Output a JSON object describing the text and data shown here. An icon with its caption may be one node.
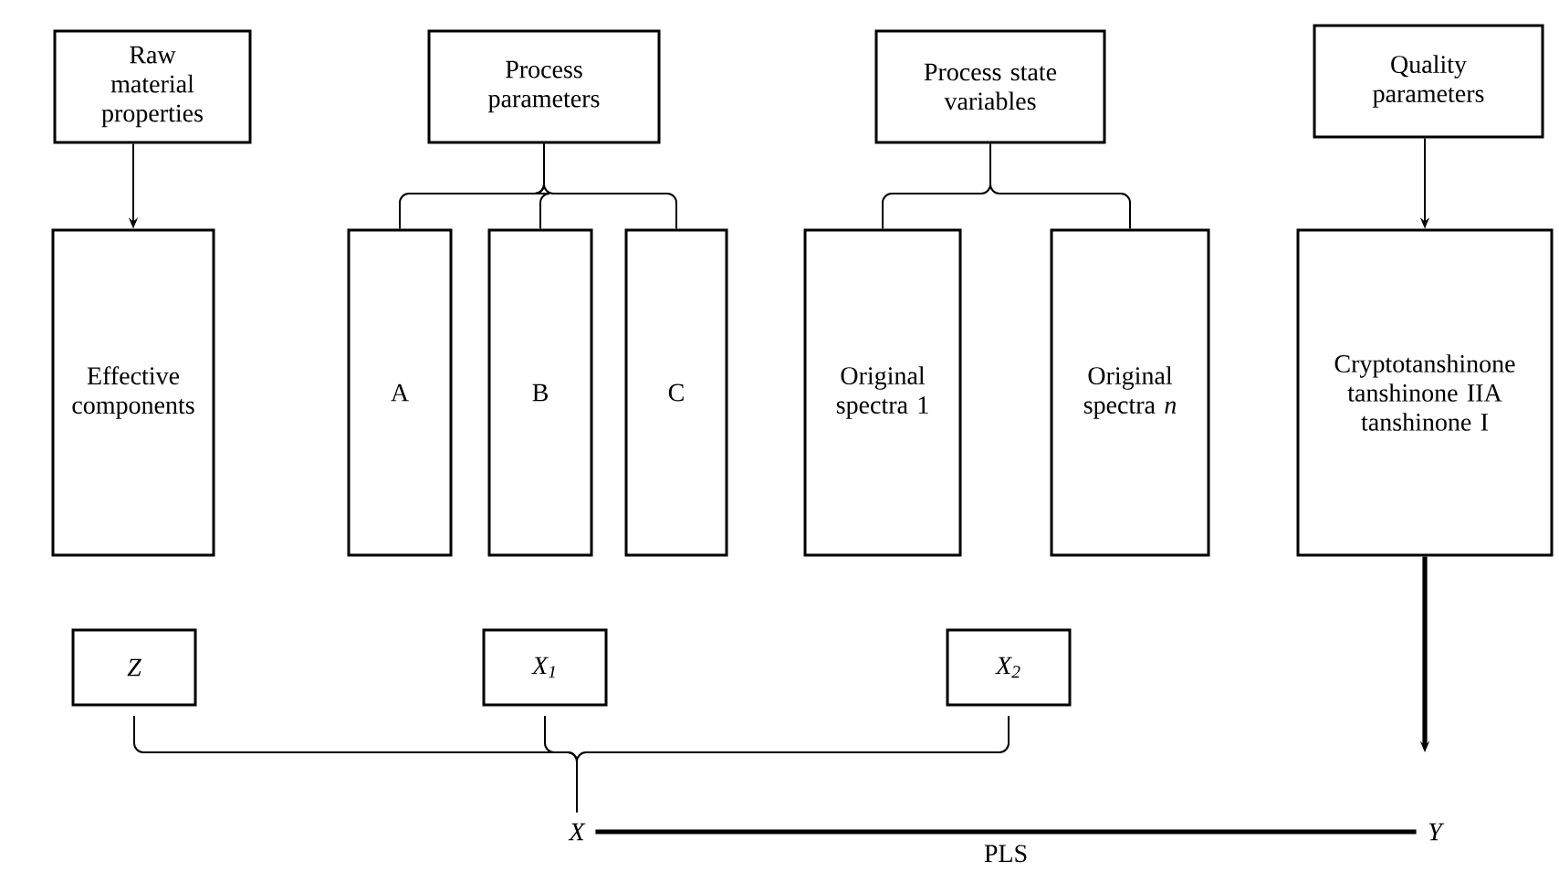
{
  "diagram": {
    "nodes": [
      {
        "text": [
          "Raw material properties"
        ]
      },
      {
        "text": [
          "Process parameters"
        ]
      },
      {
        "text": [
          "Process state variables"
        ]
      },
      {
        "text": [
          "Quality parameters"
        ]
      },
      {
        "text": [
          "Effective components"
        ]
      },
      {
        "text": [
          "A"
        ]
      },
      {
        "text": [
          "B"
        ]
      },
      {
        "text": [
          "C"
        ]
      },
      {
        "text": [
          "Original spectra 1"
        ]
      },
      {
        "text": [
          "Original spectra *n*"
        ]
      },
      {
        "text": [
          "Cryptotanshinone tanshinone IIA tanshinone I"
        ]
      },
      {
        "text": [
          "Z"
        ]
      },
      {
        "text": [
          "X$_{1}$"
        ]
      },
      {
        "text": [
          "X$_{2}$"
        ]
      },
      {
        "text": [
          "X"
        ]
      },
      {
        "text": [
          "Y"
        ]
      }
    ],
    "edges": [
      {
        "from": 0,
        "to": 4,
        "arrow": "to"
      },
      {
        "from": 1,
        "to": 5,
        "arrow": "none"
      },
      {
        "from": 1,
        "to": 6,
        "arrow": "none"
      },
      {
        "from": 1,
        "to": 7,
        "arrow": "none"
      },
      {
        "from": 2,
        "to": 8,
        "arrow": "none"
      },
      {
        "from": 2,
        "to": 9,
        "arrow": "none"
      },
      {
        "from": 3,
        "to": 10,
        "arrow": "to"
      },
      {
        "from": 10,
        "to": 15,
        "arrow": "to",
        "style": "thick"
      },
      {
        "from": 11,
        "to": 14,
        "arrow": "none"
      },
      {
        "from": 12,
        "to": 14,
        "arrow": "none"
      },
      {
        "from": 13,
        "to": 14,
        "arrow": "none"
      },
      {
        "from": 14,
        "to": 15,
        "arrow": "none",
        "label": "PLS",
        "style": "thick"
      }
    ]
  }
}
